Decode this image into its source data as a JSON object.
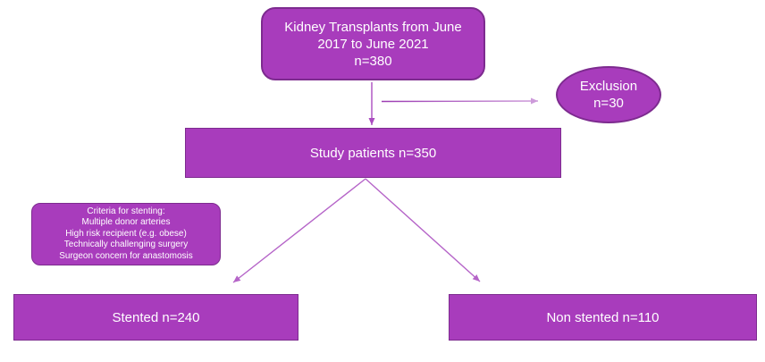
{
  "colors": {
    "node_fill": "#a83cbc",
    "node_border": "#7d2b8f",
    "node_text": "#ffffff",
    "arrow_main": "#b564c8",
    "arrow_mid": "#aa4cc0",
    "arrow_dark": "#9c3cb2",
    "arrow_light": "#cd9ada",
    "background": "#ffffff"
  },
  "nodes": {
    "source": {
      "text": "Kidney Transplants from June\n2017 to June 2021\nn=380"
    },
    "exclusion": {
      "text": "Exclusion\nn=30"
    },
    "study": {
      "text": "Study patients n=350"
    },
    "criteria": {
      "text": "Criteria for stenting:\nMultiple donor arteries\nHigh risk recipient (e.g. obese)\nTechnically challenging surgery\nSurgeon concern for anastomosis"
    },
    "stented": {
      "text": "Stented n=240"
    },
    "non_stented": {
      "text": "Non stented n=110"
    }
  }
}
